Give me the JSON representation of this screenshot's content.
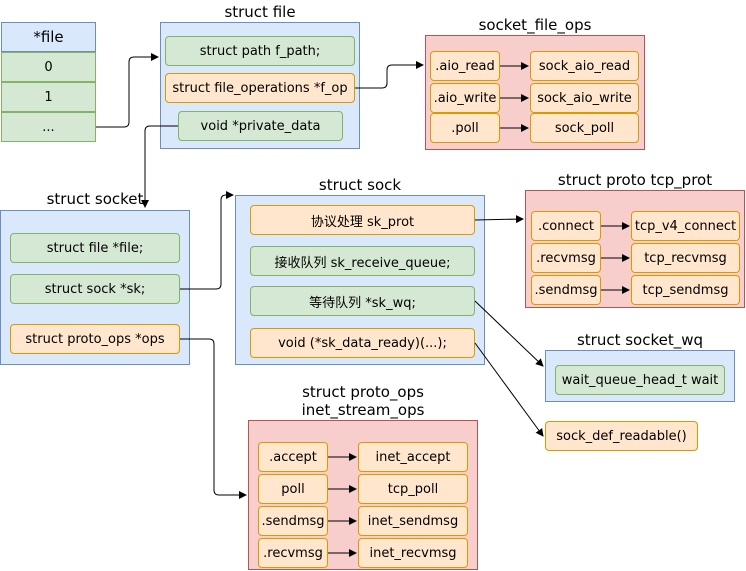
{
  "file_array": {
    "header": "*file",
    "items": [
      "0",
      "1",
      "..."
    ]
  },
  "struct_file": {
    "title": "struct file",
    "fields": [
      "struct path f_path;",
      "struct file_operations *f_op",
      "void *private_data"
    ]
  },
  "socket_file_ops": {
    "title": "socket_file_ops",
    "rows": [
      {
        "key": ".aio_read",
        "value": "sock_aio_read"
      },
      {
        "key": ".aio_write",
        "value": "sock_aio_write"
      },
      {
        "key": ".poll",
        "value": "sock_poll"
      }
    ]
  },
  "struct_socket": {
    "title": "struct socket",
    "fields": [
      "struct file *file;",
      "struct sock *sk;",
      "struct proto_ops *ops"
    ]
  },
  "struct_sock": {
    "title": "struct sock",
    "fields": [
      "协议处理 sk_prot",
      "接收队列 sk_receive_queue;",
      "等待队列 *sk_wq;",
      "void  (*sk_data_ready)(...);"
    ]
  },
  "tcp_prot": {
    "title": "struct proto tcp_prot",
    "rows": [
      {
        "key": ".connect",
        "value": "tcp_v4_connect"
      },
      {
        "key": ".recvmsg",
        "value": "tcp_recvmsg"
      },
      {
        "key": ".sendmsg",
        "value": "tcp_sendmsg"
      }
    ]
  },
  "socket_wq": {
    "title": "struct socket_wq",
    "field": "wait_queue_head_t wait"
  },
  "sock_def_readable": "sock_def_readable()",
  "inet_stream_ops": {
    "title_line1": "struct proto_ops",
    "title_line2": "inet_stream_ops",
    "rows": [
      {
        "key": ".accept",
        "value": "inet_accept"
      },
      {
        "key": "poll",
        "value": "tcp_poll"
      },
      {
        "key": ".sendmsg",
        "value": "inet_sendmsg"
      },
      {
        "key": ".recvmsg",
        "value": "inet_recvmsg"
      }
    ]
  },
  "colors": {
    "blue_fill": "#dae8fc",
    "blue_stroke": "#6c8ebf",
    "red_fill": "#f8cecc",
    "red_stroke": "#b85450",
    "green_fill": "#d5e8d4",
    "green_stroke": "#82b366",
    "orange_fill": "#ffe6cc",
    "orange_stroke": "#d79b00"
  }
}
